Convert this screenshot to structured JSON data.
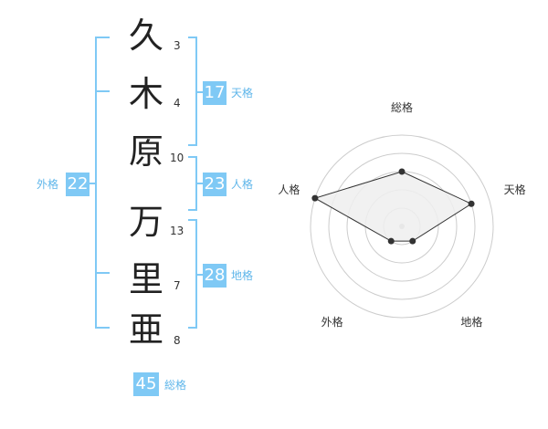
{
  "name": {
    "chars": [
      {
        "char": "久",
        "strokes": "3"
      },
      {
        "char": "木",
        "strokes": "4"
      },
      {
        "char": "原",
        "strokes": "10"
      },
      {
        "char": "万",
        "strokes": "13"
      },
      {
        "char": "里",
        "strokes": "7"
      },
      {
        "char": "亜",
        "strokes": "8"
      }
    ]
  },
  "fortune": {
    "tenkaku": {
      "value": "17",
      "label": "天格"
    },
    "jinkaku": {
      "value": "23",
      "label": "人格"
    },
    "chikaku": {
      "value": "28",
      "label": "地格"
    },
    "gaikaku": {
      "value": "22",
      "label": "外格"
    },
    "soukaku": {
      "value": "45",
      "label": "総格"
    }
  },
  "chart_data": {
    "type": "radar",
    "axes": [
      "総格",
      "天格",
      "地格",
      "外格",
      "人格"
    ],
    "values": [
      3,
      4,
      1,
      1,
      5
    ],
    "max": 5,
    "rings": 5,
    "colors": {
      "fill": "#efefef",
      "line": "#333333",
      "grid": "#cccccc"
    }
  },
  "colors": {
    "accent": "#7fc9f5",
    "label": "#5fb6ea"
  }
}
